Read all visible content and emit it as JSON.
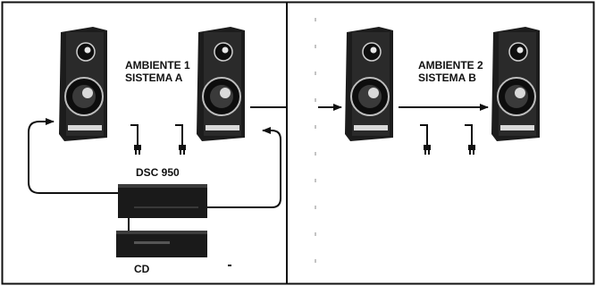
{
  "zones": {
    "left": {
      "title_line1": "AMBIENTE 1",
      "title_line2": "SISTEMA A"
    },
    "right": {
      "title_line1": "AMBIENTE 2",
      "title_line2": "SISTEMA B"
    }
  },
  "devices": {
    "amplifier": "DSC 950",
    "player": "CD"
  },
  "colors": {
    "ink": "#111111",
    "speaker_body": "#1c1c1c",
    "speaker_highlight": "#d9d9d9",
    "background": "#ffffff"
  }
}
